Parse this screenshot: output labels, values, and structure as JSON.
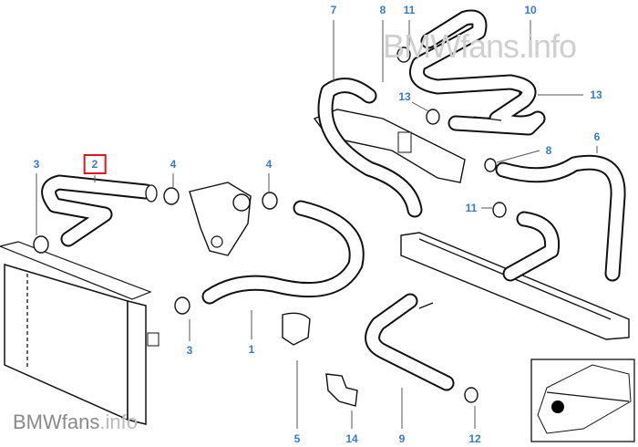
{
  "watermark": {
    "brand": "BMWfans",
    "suffix": ".info"
  },
  "selected_part": "2",
  "part_labels": [
    {
      "id": "7",
      "text": "7"
    },
    {
      "id": "8a",
      "text": "8"
    },
    {
      "id": "11a",
      "text": "11"
    },
    {
      "id": "10",
      "text": "10"
    },
    {
      "id": "13a",
      "text": "13"
    },
    {
      "id": "13b",
      "text": "13"
    },
    {
      "id": "8b",
      "text": "8"
    },
    {
      "id": "6",
      "text": "6"
    },
    {
      "id": "3a",
      "text": "3"
    },
    {
      "id": "2",
      "text": "2"
    },
    {
      "id": "4a",
      "text": "4"
    },
    {
      "id": "4b",
      "text": "4"
    },
    {
      "id": "11b",
      "text": "11"
    },
    {
      "id": "3b",
      "text": "3"
    },
    {
      "id": "1",
      "text": "1"
    },
    {
      "id": "5",
      "text": "5"
    },
    {
      "id": "14",
      "text": "14"
    },
    {
      "id": "9",
      "text": "9"
    },
    {
      "id": "12",
      "text": "12"
    }
  ]
}
